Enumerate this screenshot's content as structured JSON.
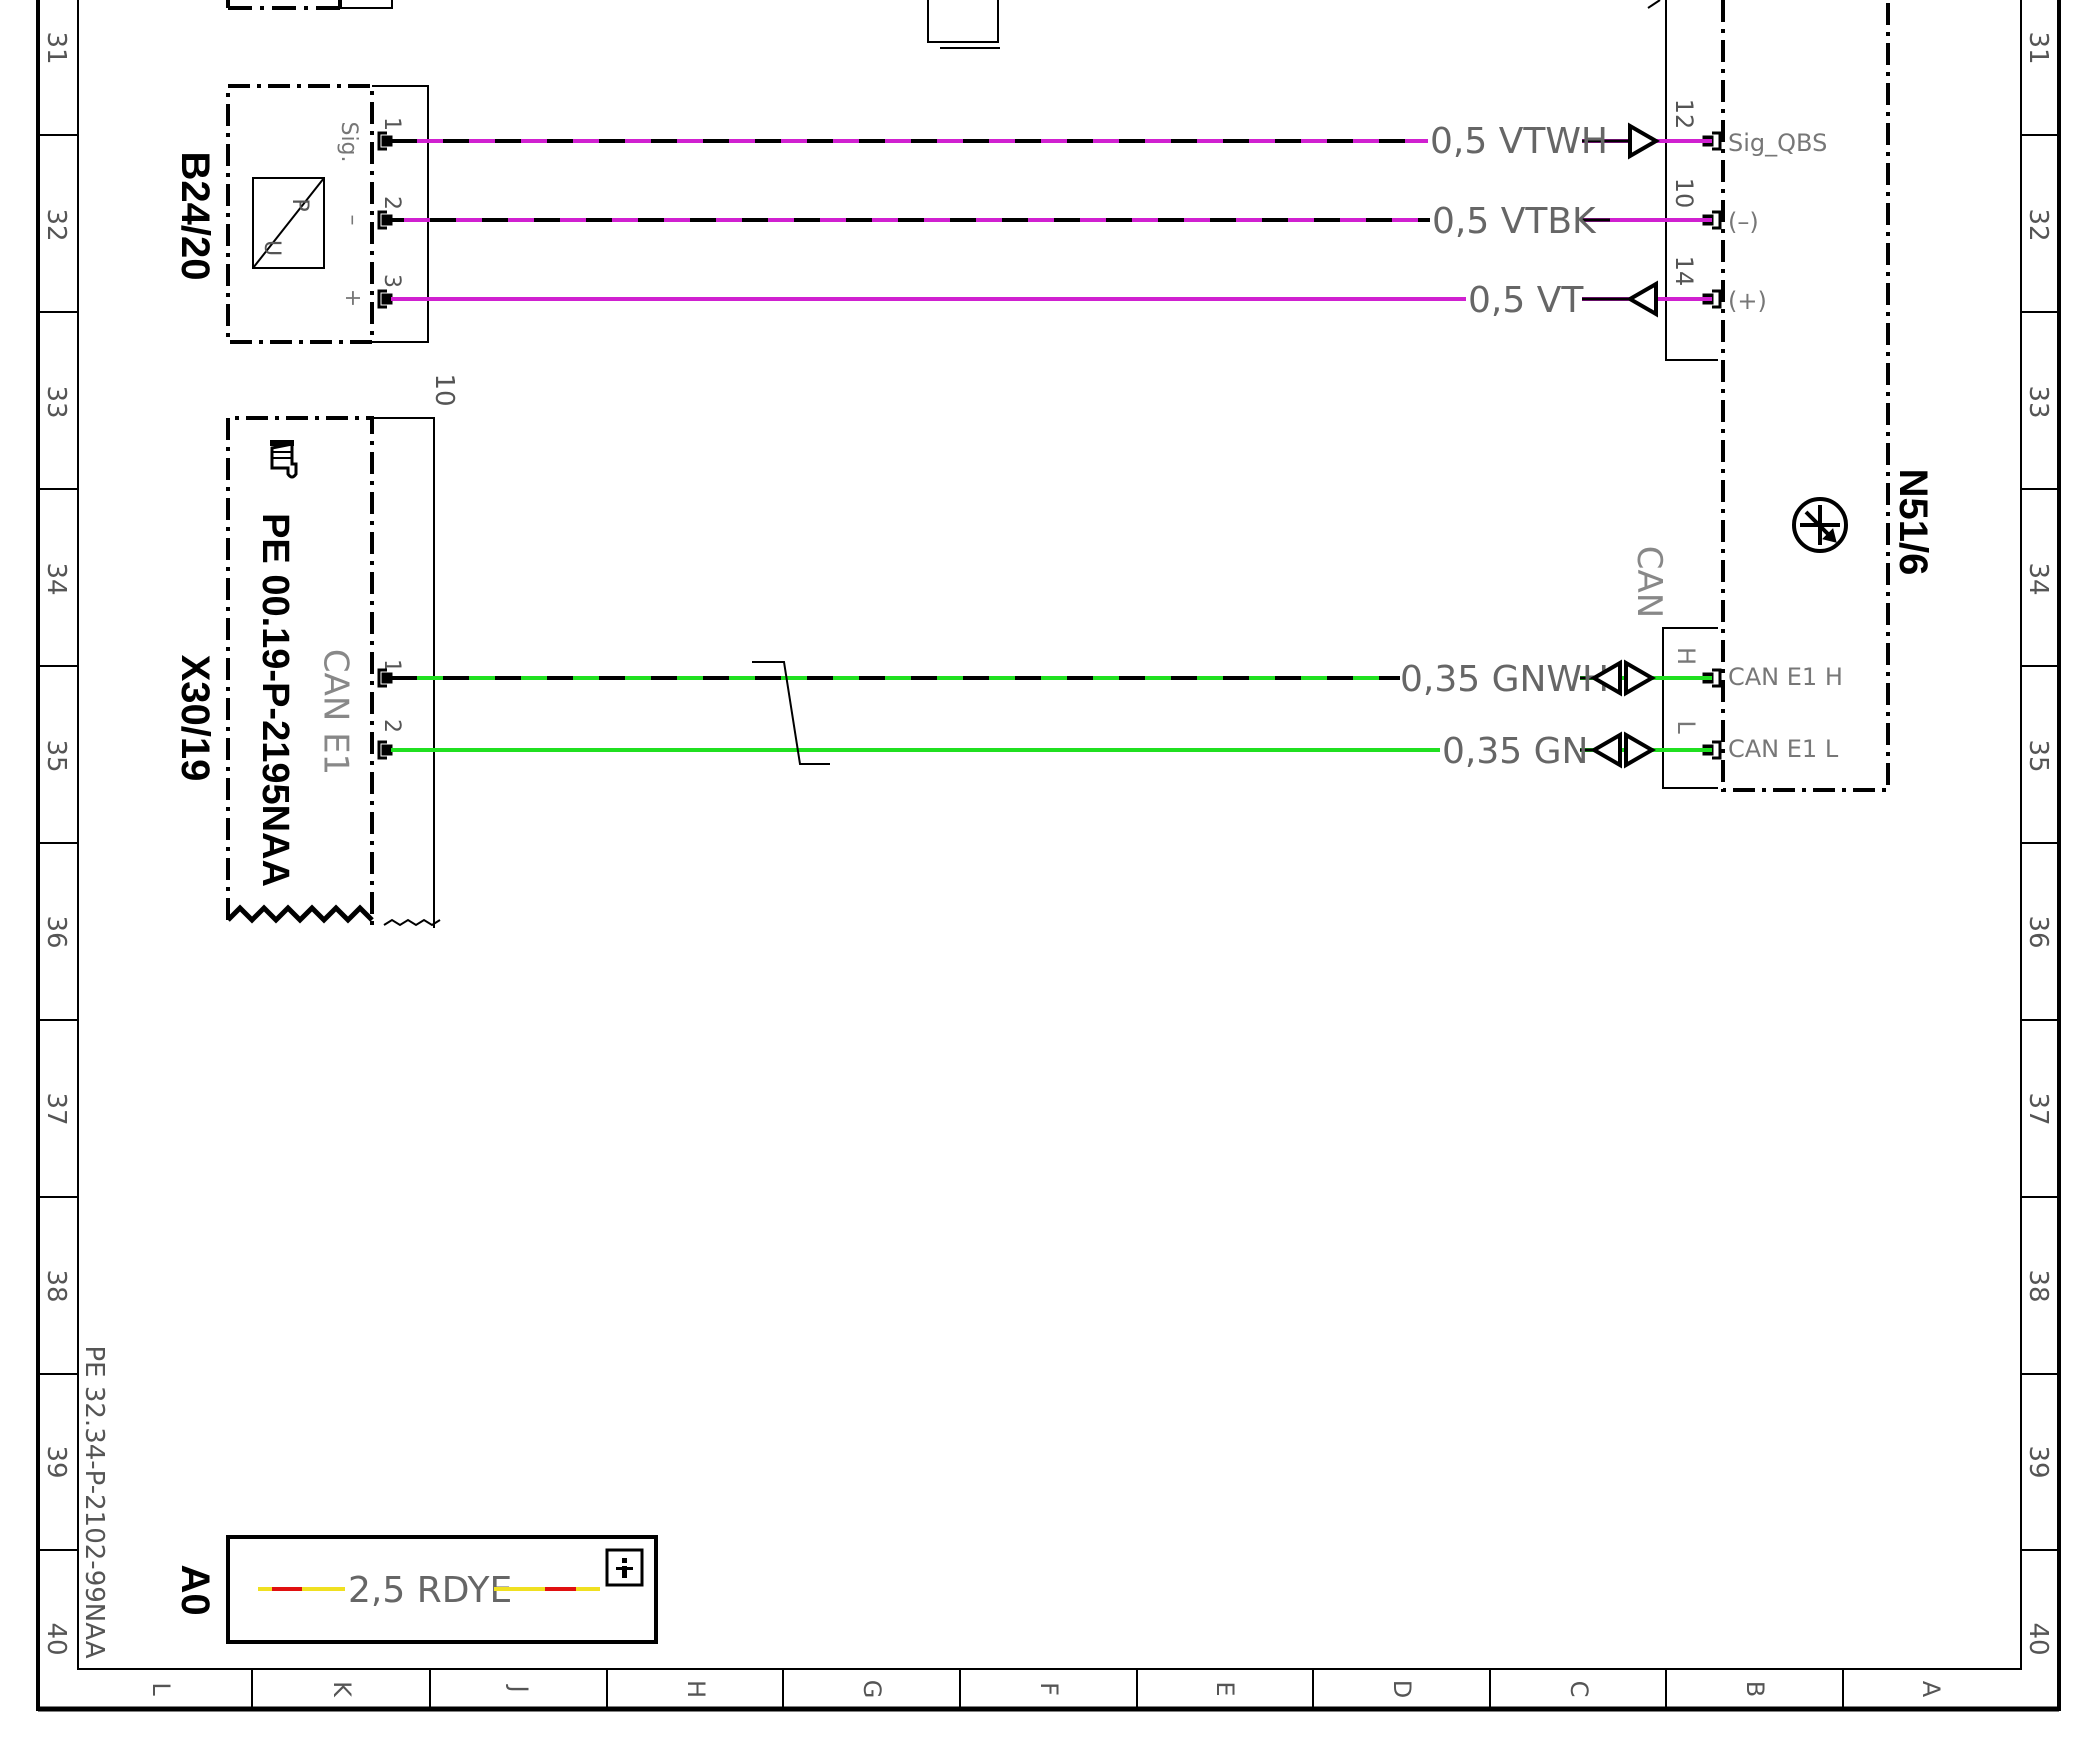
{
  "frame": {
    "row_labels": [
      "31",
      "32",
      "33",
      "34",
      "35",
      "36",
      "37",
      "38",
      "39",
      "40"
    ],
    "col_labels": [
      "L",
      "K",
      "J",
      "H",
      "G",
      "F",
      "E",
      "D",
      "C",
      "B",
      "A"
    ]
  },
  "colors": {
    "violet": "#d020d0",
    "green": "#20e020",
    "red": "#e01010",
    "yellow": "#f0e020",
    "black": "#000000",
    "gray_text": "#808080"
  },
  "components": {
    "b24_20": {
      "id": "B24/20",
      "sensor_glyph_top": "P",
      "sensor_glyph_bottom": "U",
      "pin_labels": [
        "Sig.",
        "–",
        "+"
      ],
      "pin_numbers": [
        "1",
        "2",
        "3"
      ]
    },
    "x30_19": {
      "id": "X30/19",
      "reference_icon": "pointing-hand-icon",
      "reference": "PE 00.19-P-2195NAA",
      "bus_label": "CAN E1",
      "pin_numbers": [
        "1",
        "2"
      ],
      "side_number": "10"
    },
    "n51_6": {
      "id": "N51/6",
      "symbol_icon": "transistor-symbol-icon",
      "pin_numbers": [
        "12",
        "10",
        "14"
      ],
      "pin_labels": [
        "Sig_QBS",
        "(–)",
        "(+)"
      ],
      "can_group_label": "CAN",
      "can_side_letters": [
        "H",
        "L"
      ],
      "can_pin_labels": [
        "CAN E1 H",
        "CAN E1 L"
      ]
    }
  },
  "wires": [
    {
      "label": "0,5 VTWH",
      "colors": [
        "violet",
        "black"
      ]
    },
    {
      "label": "0,5 VTBK",
      "colors": [
        "violet",
        "black"
      ]
    },
    {
      "label": "0,5 VT",
      "colors": [
        "violet"
      ]
    },
    {
      "label": "0,35 GNWH",
      "colors": [
        "green",
        "black"
      ]
    },
    {
      "label": "0,35 GN",
      "colors": [
        "green"
      ]
    }
  ],
  "legend": {
    "id": "A0",
    "wire_label": "2,5 RDYE",
    "info_icon": "info-icon"
  },
  "footer_reference": "PE 32.34-P-2102-99NAA"
}
